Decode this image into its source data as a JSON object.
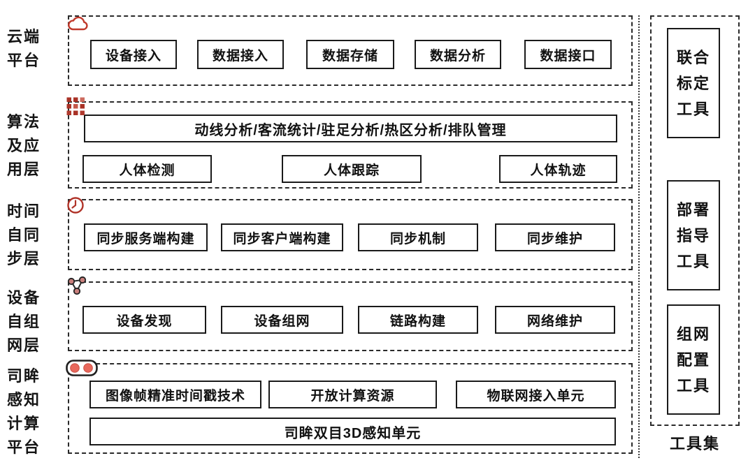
{
  "diagram": {
    "layers": [
      {
        "label": "云端\n平台",
        "icon": "cloud-icon",
        "boxes": [
          "设备接入",
          "数据接入",
          "数据存储",
          "数据分析",
          "数据接口"
        ]
      },
      {
        "label": "算法\n及应\n用层",
        "icon": "modules-grid-icon",
        "banner": "动线分析/客流统计/驻足分析/热区分析/排队管理",
        "boxes": [
          "人体检测",
          "人体跟踪",
          "人体轨迹"
        ]
      },
      {
        "label": "时间\n自同\n步层",
        "icon": "clock-icon",
        "boxes": [
          "同步服务端构建",
          "同步客户端构建",
          "同步机制",
          "同步维护"
        ]
      },
      {
        "label": "设备\n自组\n网层",
        "icon": "mesh-network-icon",
        "boxes": [
          "设备发现",
          "设备组网",
          "链路构建",
          "网络维护"
        ]
      },
      {
        "label": "司眸\n感知\n计算\n平台",
        "icon": "stereo-camera-icon",
        "boxes": [
          "图像帧精准时间戳技术",
          "开放计算资源",
          "物联网接入单元"
        ],
        "banner": "司眸双目3D感知单元"
      }
    ],
    "toolbox": {
      "title": "工具集",
      "tools": [
        "联合\n标定\n工具",
        "部署\n指导\n工具",
        "组网\n配置\n工具"
      ]
    },
    "colors": {
      "accent_red": "#c0392b",
      "grid_red": "#a93226",
      "node_fill": "#c97f7c",
      "dot_fill": "#e8685c",
      "line_dark": "#1f1f1f"
    }
  }
}
